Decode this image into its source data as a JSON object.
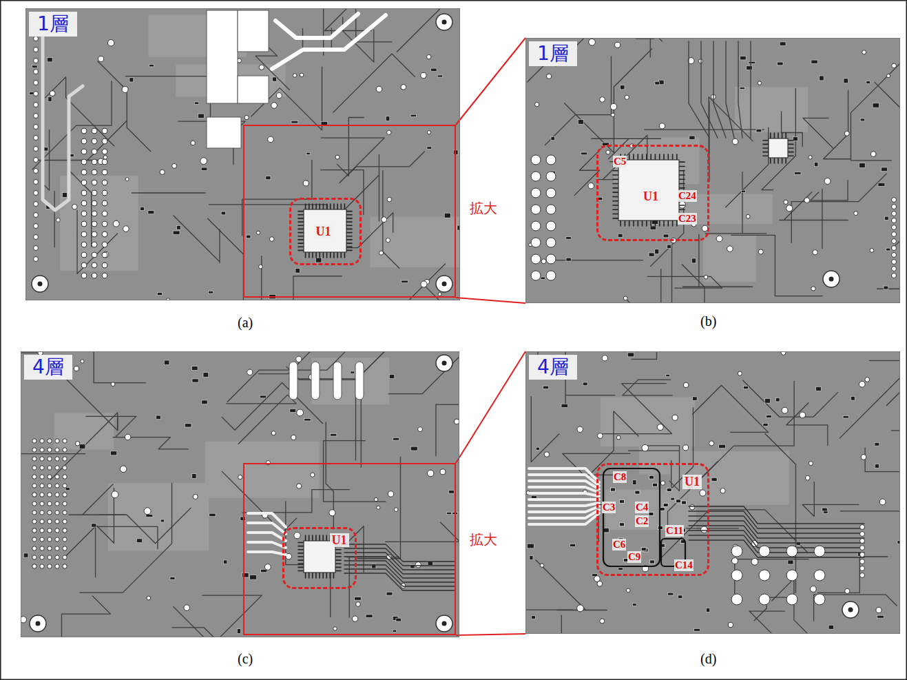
{
  "diagram": {
    "nodes": [
      {
        "text": [
          "1層"
        ]
      },
      {
        "text": [
          "拡大"
        ],
        "in": 0
      },
      {
        "text": [
          "U1"
        ],
        "in": 1
      },
      {
        "text": [
          "1層"
        ]
      },
      {
        "text": [
          "U1"
        ],
        "in": 3
      },
      {
        "text": [
          "4層"
        ]
      },
      {
        "text": [
          "拡大"
        ],
        "in": 5
      },
      {
        "text": [
          "U1"
        ],
        "in": 6
      },
      {
        "text": [
          "4層"
        ]
      },
      {
        "text": [
          "U1"
        ],
        "in": 8
      }
    ],
    "edges": [
      {
        "from": 1,
        "to": 3,
        "arrow": "none"
      },
      {
        "from": 1,
        "to": 3,
        "arrow": "none"
      },
      {
        "from": 6,
        "to": 8,
        "arrow": "none"
      },
      {
        "from": 6,
        "to": 8,
        "arrow": "none"
      }
    ],
    "labels": [
      "(a)",
      "(b)",
      "(c)",
      "(d)",
      "C5",
      "C24",
      "C23",
      "C8",
      "C3",
      "C4",
      "C2",
      "C6",
      "C9",
      "C11",
      "C14"
    ]
  }
}
